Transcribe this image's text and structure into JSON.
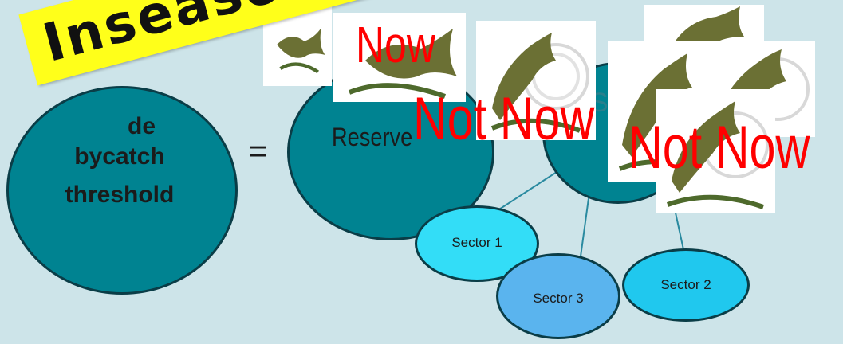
{
  "banner": {
    "text": "Inseason adj"
  },
  "main_ellipse": {
    "label_line1": "de",
    "label_line2": "bycatch",
    "label_line3": "threshold"
  },
  "equals_sign": "=",
  "reserve": {
    "label": "Reserve"
  },
  "sectors_target": {
    "label": "S"
  },
  "sectors": [
    {
      "label": "Sector 1"
    },
    {
      "label": "Sector 2"
    },
    {
      "label": "Sector 3"
    }
  ],
  "overlays": {
    "not_now_small": "Now",
    "not_now_1": "Not Now",
    "not_now_2": "Not Now"
  },
  "colors": {
    "background": "#cde4e9",
    "dark_ellipse": "#008391",
    "banner": "#ffff1a",
    "not_now": "#ff0000",
    "sector1": "#33ddf7",
    "sector2": "#20c8ee",
    "sector3": "#5ab4ee"
  }
}
